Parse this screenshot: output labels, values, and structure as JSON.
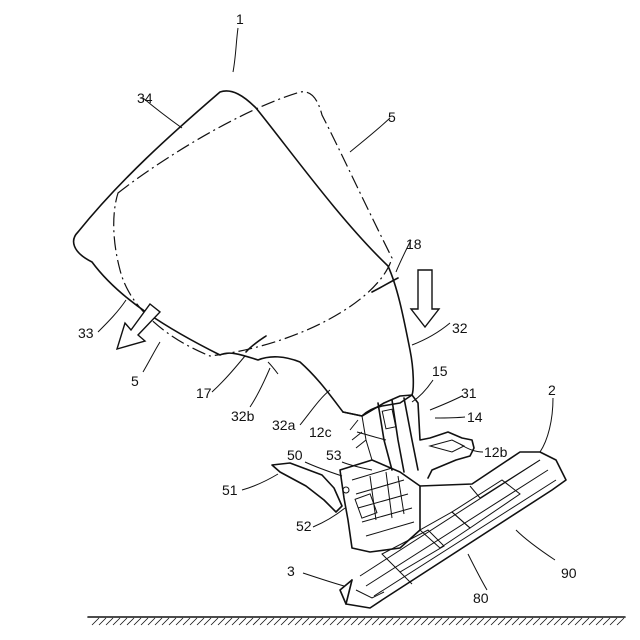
{
  "figure": {
    "labels": {
      "l1": "1",
      "l2": "2",
      "l3": "3",
      "l5a": "5",
      "l5b": "5",
      "l12b": "12b",
      "l12c": "12c",
      "l14": "14",
      "l15": "15",
      "l17": "17",
      "l18": "18",
      "l31": "31",
      "l32": "32",
      "l32a": "32a",
      "l32b": "32b",
      "l33": "33",
      "l34": "34",
      "l50": "50",
      "l51": "51",
      "l52": "52",
      "l53": "53",
      "l80": "80",
      "l90": "90"
    }
  }
}
